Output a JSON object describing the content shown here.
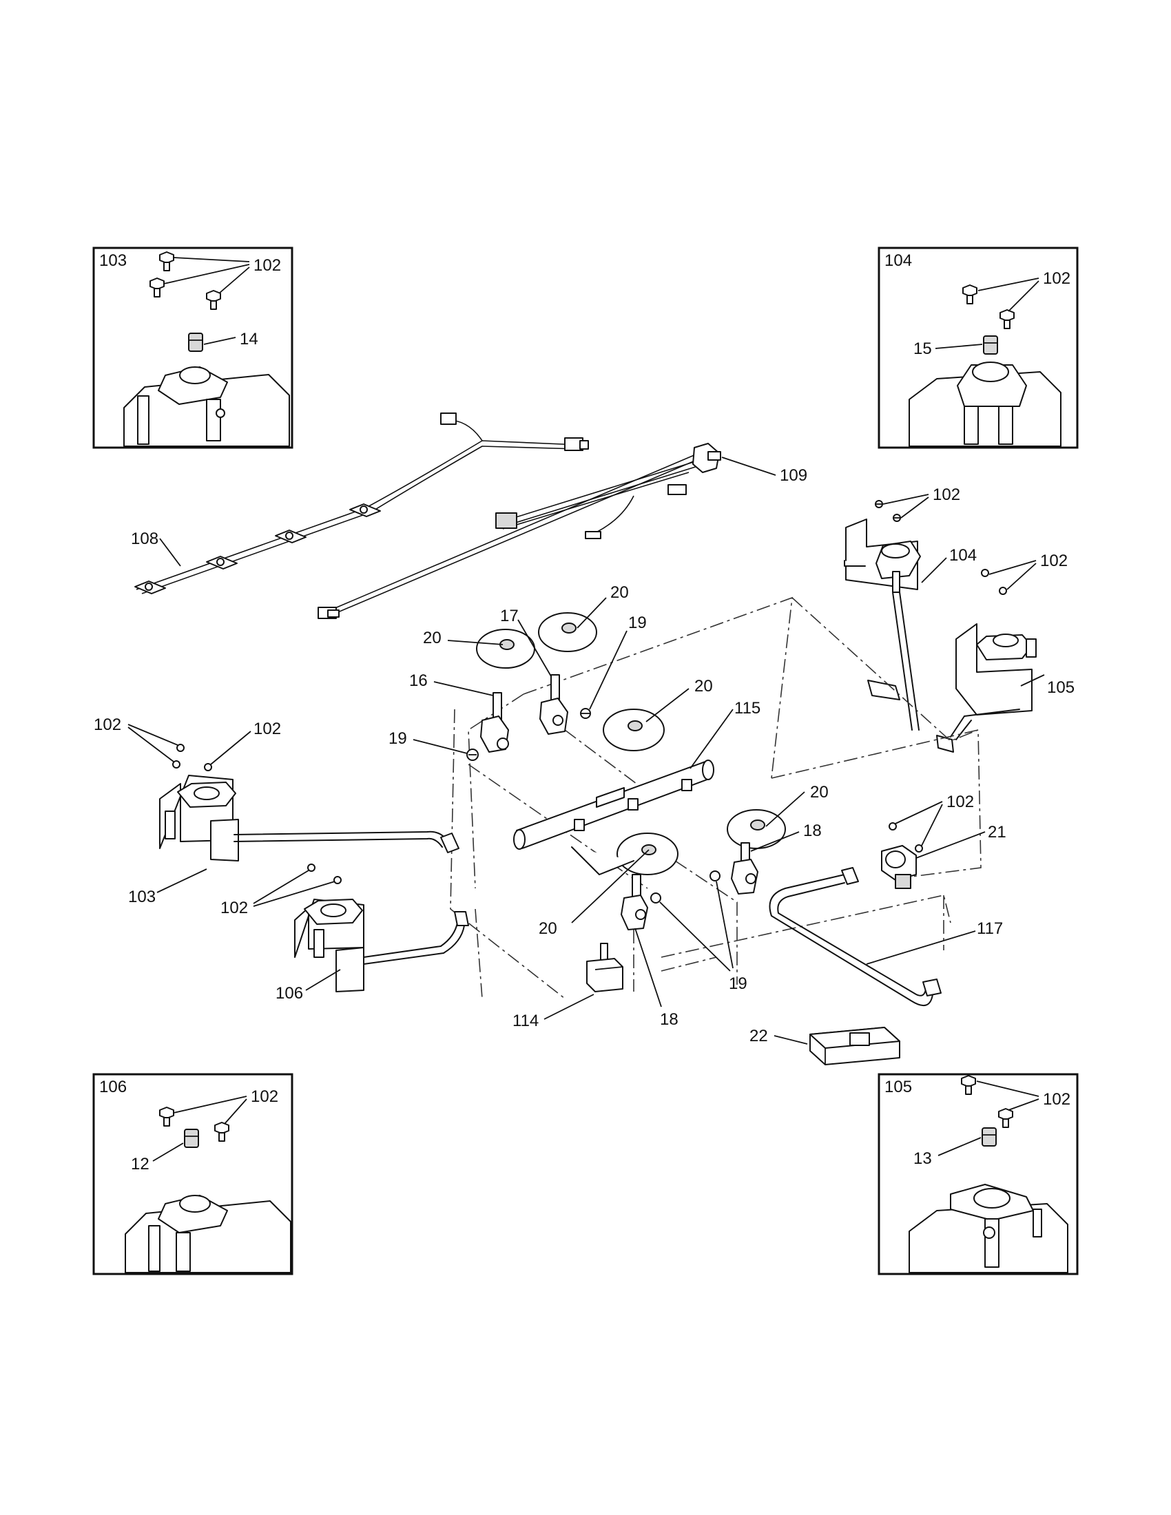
{
  "insets": {
    "inset_103": {
      "title": "103",
      "screws": "102",
      "orifice": "14"
    },
    "inset_104": {
      "title": "104",
      "screws": "102",
      "orifice": "15"
    },
    "inset_106": {
      "title": "106",
      "screws": "102",
      "orifice": "12"
    },
    "inset_105": {
      "title": "105",
      "screws": "102",
      "orifice": "13"
    }
  },
  "callouts": {
    "harness_igniter": "108",
    "harness_main": "109",
    "screws_104_a": "102",
    "burner_104": "104",
    "screws_104_b": "102",
    "burner_105": "105",
    "knob_a": "20",
    "knob_b": "20",
    "valve_17": "17",
    "screw_19_a": "19",
    "valve_16": "16",
    "knob_c": "20",
    "manifold": "115",
    "screw_19_b": "19",
    "screws_103": "102",
    "screw_103_single": "102",
    "knob_d": "20",
    "valve_18_a": "18",
    "screws_21": "102",
    "regulator": "21",
    "burner_103": "103",
    "screws_106": "102",
    "knob_e": "20",
    "burner_106": "106",
    "supply_tube": "117",
    "screws_19_c": "19",
    "switch": "114",
    "valve_18_b": "18",
    "spark_module": "22"
  }
}
